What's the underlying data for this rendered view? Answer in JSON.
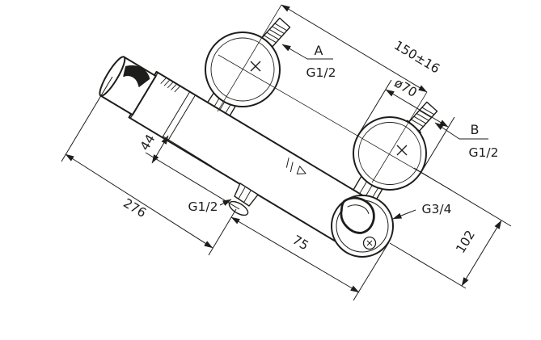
{
  "drawing": {
    "connection_a": {
      "label": "A",
      "thread": "G1/2"
    },
    "connection_b": {
      "label": "B",
      "thread": "G1/2"
    },
    "outlet_bottom": {
      "thread": "G1/2"
    },
    "outlet_hose": {
      "thread": "G3/4"
    },
    "dim_inlet_spacing": "150±16",
    "dim_flange_diameter": "ø70",
    "dim_outlet_drop": "44",
    "dim_overall_length": "276",
    "dim_outlet_to_end": "75",
    "dim_depth": "102",
    "colors": {
      "line": "#1d1d1b",
      "background": "#ffffff"
    }
  }
}
